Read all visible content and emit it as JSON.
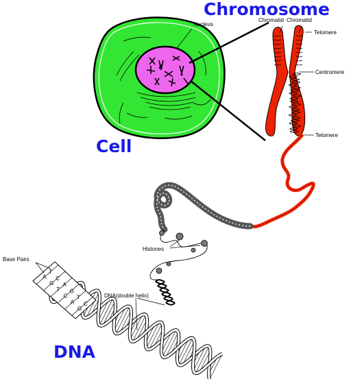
{
  "titles": {
    "chromosome": "Chromosome",
    "cell": "Cell",
    "dna": "DNA"
  },
  "labels": {
    "nucleus": "Nucleus",
    "chromatid_left": "Chromatid",
    "chromatid_right": "Chromatid",
    "telomere_top": "Telomere",
    "centromere": "Centromere",
    "telomere_bottom": "Telomere",
    "histones": "Histones",
    "base_pairs": "Base Pairs",
    "dna_helix": "DNA(double helix)"
  },
  "base_pair_letters": [
    "A",
    "T",
    "G",
    "C",
    "T",
    "A",
    "C",
    "G",
    "A",
    "T",
    "G",
    "C"
  ],
  "colors": {
    "cell_fill": "#33e633",
    "nucleus_fill": "#ee66ee",
    "chromosome_red": "#ee2200",
    "title_blue": "#1a1ae6"
  }
}
